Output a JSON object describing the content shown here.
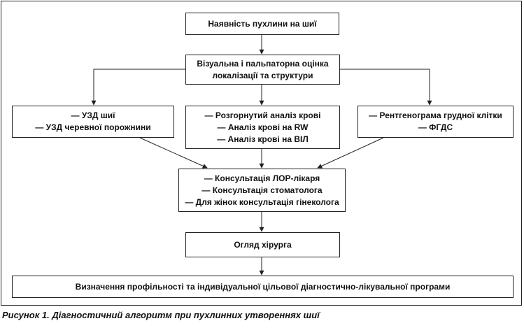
{
  "diagram": {
    "nodes": [
      {
        "id": "tumor",
        "lines": [
          "Наявність пухлини на шиї"
        ]
      },
      {
        "id": "visual",
        "lines": [
          "Візуальна і пальпаторна оцінка",
          "локалізації та структури"
        ]
      },
      {
        "id": "usd",
        "lines": [
          "— УЗД шиї",
          "— УЗД черевної порожнини"
        ]
      },
      {
        "id": "blood",
        "lines": [
          "— Розгорнутий аналіз крові",
          "— Аналіз крові на RW",
          "— Аналіз крові на ВІЛ"
        ]
      },
      {
        "id": "xray",
        "lines": [
          "— Рентгенограма грудної клітки",
          "— ФГДС"
        ]
      },
      {
        "id": "consult",
        "lines": [
          "— Консультація ЛОР-лікаря",
          "— Консультація стоматолога",
          "— Для жінок консультація гінеколога"
        ]
      },
      {
        "id": "surgeon",
        "lines": [
          "Огляд хірурга"
        ]
      },
      {
        "id": "program",
        "lines": [
          "Визначення профільності та індивідуальної цільової діагностично-лікувальної програми"
        ]
      }
    ],
    "edges": [
      {
        "from": "tumor",
        "to": "visual"
      },
      {
        "from": "visual",
        "to": "usd"
      },
      {
        "from": "visual",
        "to": "blood"
      },
      {
        "from": "visual",
        "to": "xray"
      },
      {
        "from": "usd",
        "to": "consult"
      },
      {
        "from": "blood",
        "to": "consult"
      },
      {
        "from": "xray",
        "to": "consult"
      },
      {
        "from": "consult",
        "to": "surgeon"
      },
      {
        "from": "surgeon",
        "to": "program"
      }
    ]
  },
  "caption": "Рисунок 1. Діагностичний алгоритм при пухлинних утвореннях шиї"
}
